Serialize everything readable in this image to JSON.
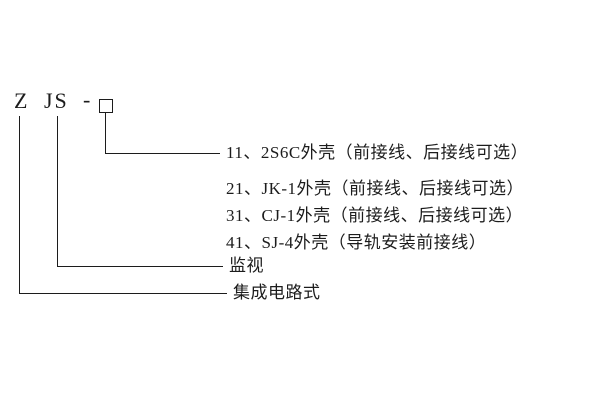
{
  "model": {
    "prefix_z": "Z",
    "prefix_js": "JS",
    "separator": "-"
  },
  "explanations": [
    {
      "label": "11、2S6C外壳（前接线、后接线可选）"
    },
    {
      "label": "21、JK-1外壳（前接线、后接线可选）"
    },
    {
      "label": "31、CJ-1外壳（前接线、后接线可选）"
    },
    {
      "label": "41、SJ-4外壳（导轨安装前接线）"
    },
    {
      "label": "监视"
    },
    {
      "label": "集成电路式"
    }
  ]
}
